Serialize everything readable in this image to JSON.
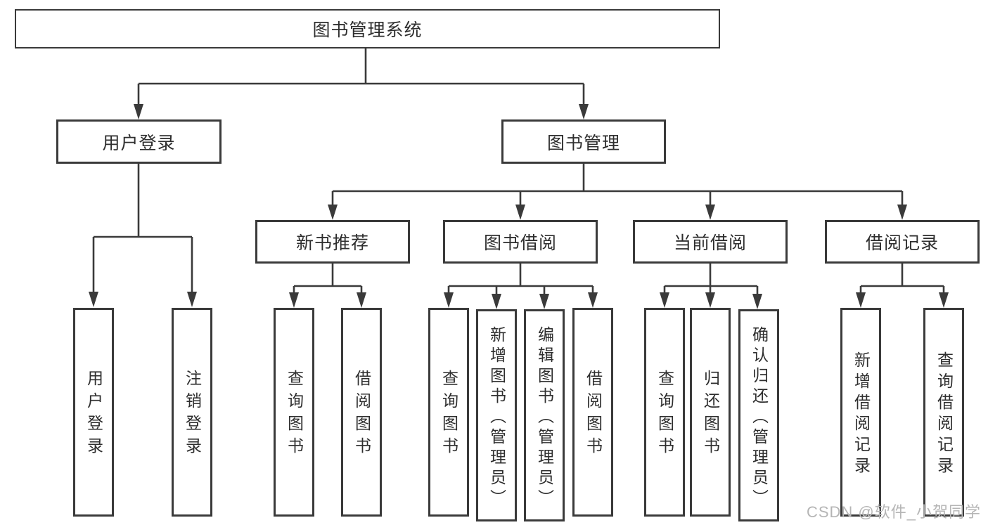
{
  "diagram": {
    "type": "hierarchy-tree",
    "watermark": "CSDN @软件_小贺同学",
    "colors": {
      "line": "#3a3a3a",
      "box_border": "#3a3a3a",
      "text": "#2e2e2e",
      "watermark": "#b5b5b5",
      "background": "#ffffff"
    },
    "nodes": {
      "root": {
        "label": "图书管理系统"
      },
      "user_login": {
        "label": "用户登录"
      },
      "book_mgmt": {
        "label": "图书管理"
      },
      "new_book_rec": {
        "label": "新书推荐"
      },
      "book_borrow": {
        "label": "图书借阅"
      },
      "current_borrow": {
        "label": "当前借阅"
      },
      "borrow_record": {
        "label": "借阅记录"
      },
      "leaf_user_login": {
        "label": "用户登录"
      },
      "leaf_logout": {
        "label": "注销登录"
      },
      "leaf_query_book_rec": {
        "label": "查询图书"
      },
      "leaf_borrow_book_rec": {
        "label": "借阅图书"
      },
      "leaf_query_book_borrow": {
        "label": "查询图书"
      },
      "leaf_add_book": {
        "label": "新增图书（管理员）"
      },
      "leaf_edit_book": {
        "label": "编辑图书（管理员）"
      },
      "leaf_borrow_book_borrow": {
        "label": "借阅图书"
      },
      "leaf_query_book_current": {
        "label": "查询图书"
      },
      "leaf_return_book": {
        "label": "归还图书"
      },
      "leaf_confirm_return": {
        "label": "确认归还（管理员）"
      },
      "leaf_add_record": {
        "label": "新增借阅记录"
      },
      "leaf_query_record": {
        "label": "查询借阅记录"
      }
    },
    "edges": [
      "图书管理系统→用户登录",
      "图书管理系统→图书管理",
      "用户登录→用户登录",
      "用户登录→注销登录",
      "图书管理→新书推荐",
      "图书管理→图书借阅",
      "图书管理→当前借阅",
      "图书管理→借阅记录",
      "新书推荐→查询图书",
      "新书推荐→借阅图书",
      "图书借阅→查询图书",
      "图书借阅→新增图书（管理员）",
      "图书借阅→编辑图书（管理员）",
      "图书借阅→借阅图书",
      "当前借阅→查询图书",
      "当前借阅→归还图书",
      "当前借阅→确认归还（管理员）",
      "借阅记录→新增借阅记录",
      "借阅记录→查询借阅记录"
    ]
  }
}
